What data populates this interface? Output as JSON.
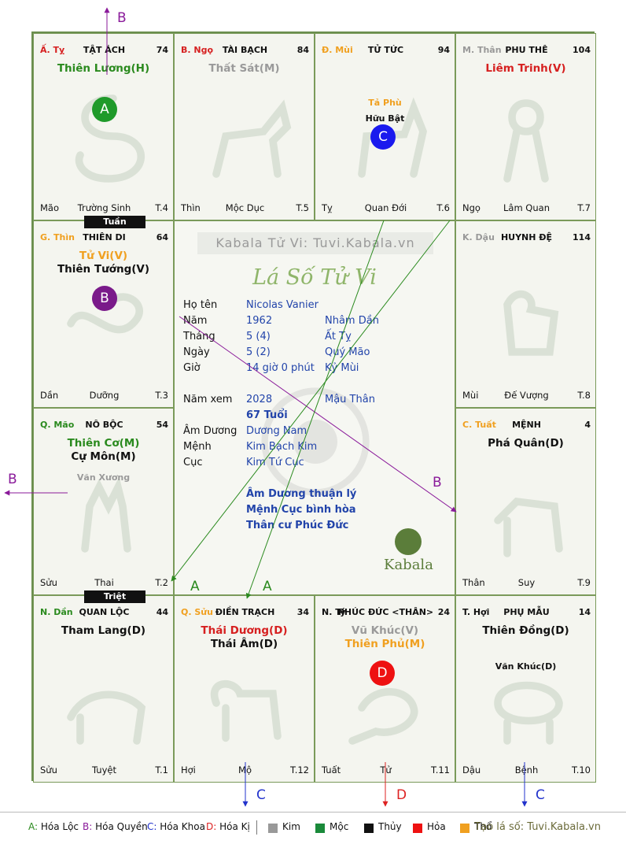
{
  "palaces": [
    {
      "id": "ty",
      "can": "Ấ. Tỵ",
      "can_color": "#d62020",
      "name": "TẬT ÁCH",
      "age": "74",
      "stars": [
        {
          "t": "Thiên Lương(H)",
          "c": "#2a8a1e"
        }
      ],
      "minor": [],
      "bottom": {
        "left": "Mão",
        "center": "Trường Sinh",
        "right": "T.4"
      },
      "animal": "snake-icon"
    },
    {
      "id": "ngo",
      "can": "B. Ngọ",
      "can_color": "#d62020",
      "name": "TÀI BẠCH",
      "age": "84",
      "stars": [
        {
          "t": "Thất Sát(M)",
          "c": "#9a9a9a"
        }
      ],
      "minor": [],
      "bottom": {
        "left": "Thìn",
        "center": "Mộc Dục",
        "right": "T.5"
      },
      "animal": "horse-icon"
    },
    {
      "id": "mui",
      "can": "Đ. Mùi",
      "can_color": "#f0a020",
      "name": "TỬ TỨC",
      "age": "94",
      "stars": [],
      "minor": [
        {
          "t": "Tả Phù",
          "c": "#f0a020"
        },
        {
          "t": "Hữu Bật",
          "c": "#111"
        }
      ],
      "bottom": {
        "left": "Tỵ",
        "center": "Quan Đới",
        "right": "T.6"
      },
      "animal": "goat-icon"
    },
    {
      "id": "than",
      "can": "M. Thân",
      "can_color": "#999",
      "name": "PHU THÊ",
      "age": "104",
      "stars": [
        {
          "t": "Liêm Trinh(V)",
          "c": "#d62020"
        }
      ],
      "minor": [],
      "bottom": {
        "left": "Ngọ",
        "center": "Lâm Quan",
        "right": "T.7"
      },
      "animal": "monkey-icon"
    },
    {
      "id": "thin",
      "can": "G. Thìn",
      "can_color": "#f0a020",
      "name": "THIÊN DI",
      "age": "64",
      "stars": [
        {
          "t": "Tử Vi(V)",
          "c": "#f0a020"
        },
        {
          "t": "Thiên Tướng(V)",
          "c": "#111"
        }
      ],
      "minor": [],
      "bottom": {
        "left": "Dần",
        "center": "Dưỡng",
        "right": "T.3"
      },
      "animal": "dragon-icon"
    },
    {
      "id": "dau",
      "can": "K. Dậu",
      "can_color": "#999",
      "name": "HUYNH ĐỆ",
      "age": "114",
      "stars": [],
      "minor": [],
      "bottom": {
        "left": "Mùi",
        "center": "Đế Vượng",
        "right": "T.8"
      },
      "animal": "rooster-icon"
    },
    {
      "id": "mao",
      "can": "Q. Mão",
      "can_color": "#2a8a1e",
      "name": "NÔ BỘC",
      "age": "54",
      "stars": [
        {
          "t": "Thiên Cơ(M)",
          "c": "#2a8a1e"
        },
        {
          "t": "Cự Môn(M)",
          "c": "#111"
        }
      ],
      "minor": [
        {
          "t": "Văn Xương",
          "c": "#9a9a9a"
        }
      ],
      "bottom": {
        "left": "Sửu",
        "center": "Thai",
        "right": "T.2"
      },
      "animal": "cat-icon"
    },
    {
      "id": "tuat",
      "can": "C. Tuất",
      "can_color": "#f0a020",
      "name": "MỆNH",
      "age": "4",
      "stars": [
        {
          "t": "Phá Quân(D)",
          "c": "#111"
        }
      ],
      "minor": [],
      "bottom": {
        "left": "Thân",
        "center": "Suy",
        "right": "T.9"
      },
      "animal": "dog-icon"
    },
    {
      "id": "dan",
      "can": "N. Dần",
      "can_color": "#2a8a1e",
      "name": "QUAN LỘC",
      "age": "44",
      "stars": [
        {
          "t": "Tham Lang(D)",
          "c": "#111"
        }
      ],
      "minor": [],
      "bottom": {
        "left": "Sửu",
        "center": "Tuyệt",
        "right": "T.1"
      },
      "animal": "tiger-icon"
    },
    {
      "id": "suu",
      "can": "Q. Sửu",
      "can_color": "#f0a020",
      "name": "ĐIỀN TRẠCH",
      "age": "34",
      "stars": [
        {
          "t": "Thái Dương(D)",
          "c": "#d62020"
        },
        {
          "t": "Thái Âm(D)",
          "c": "#111"
        }
      ],
      "minor": [],
      "bottom": {
        "left": "Hợi",
        "center": "Mộ",
        "right": "T.12"
      },
      "animal": "buffalo-icon"
    },
    {
      "id": "ti",
      "can": "N. Tý",
      "can_color": "#111",
      "name": "PHÚC ĐỨC <THÂN>",
      "age": "24",
      "stars": [
        {
          "t": "Vũ Khúc(V)",
          "c": "#9a9a9a"
        },
        {
          "t": "Thiên Phủ(M)",
          "c": "#f0a020"
        }
      ],
      "minor": [],
      "bottom": {
        "left": "Tuất",
        "center": "Tử",
        "right": "T.11"
      },
      "animal": "rat-icon"
    },
    {
      "id": "hoi",
      "can": "T. Hợi",
      "can_color": "#111",
      "name": "PHỤ MẪU",
      "age": "14",
      "stars": [
        {
          "t": "Thiên Đồng(D)",
          "c": "#111"
        }
      ],
      "minor": [
        {
          "t": "Văn Khúc(D)",
          "c": "#111"
        }
      ],
      "bottom": {
        "left": "Dậu",
        "center": "Bệnh",
        "right": "T.10"
      },
      "animal": "pig-icon"
    }
  ],
  "badges": [
    {
      "palace": "ty",
      "label": "A",
      "color": "#1f9a2a"
    },
    {
      "palace": "mui",
      "label": "C",
      "color": "#1a1aee"
    },
    {
      "palace": "thin",
      "label": "B",
      "color": "#7a1a8a"
    },
    {
      "palace": "ti",
      "label": "D",
      "color": "#ee1111"
    }
  ],
  "tags": {
    "tuan": "Tuần",
    "triet": "Triệt"
  },
  "center": {
    "watermark": "Kabala Tử Vi: Tuvi.Kabala.vn",
    "title": "Lá Số Tử Vi",
    "rows": [
      {
        "label": "Họ tên",
        "v1": "Nicolas Vanier",
        "v2": ""
      },
      {
        "label": "Năm",
        "v1": "1962",
        "v2": "Nhâm Dần"
      },
      {
        "label": "Tháng",
        "v1": "5  (4)",
        "v2": "Ất Tỵ"
      },
      {
        "label": "Ngày",
        "v1": "5  (2)",
        "v2": "Quý Mão"
      },
      {
        "label": "Giờ",
        "v1": "14 giờ 0 phút",
        "v2": "Kỷ Mùi"
      },
      {
        "label": "Năm xem",
        "v1": "2028",
        "v2": "Mậu Thân"
      },
      {
        "label": "",
        "v1": "67 Tuổi",
        "v2": ""
      },
      {
        "label": "Âm Dương",
        "v1": "Dương Nam",
        "v2": ""
      },
      {
        "label": "Mệnh",
        "v1": "Kim Bạch Kim",
        "v2": ""
      },
      {
        "label": "Cục",
        "v1": "Kim Tứ Cục",
        "v2": ""
      }
    ],
    "notes": [
      "Âm Dương thuận lý",
      "Mệnh Cục bình hòa",
      "Thân cư Phúc Đức"
    ],
    "brand": "Kabala"
  },
  "arrows": {
    "A": "A",
    "B": "B",
    "C": "C",
    "D": "D"
  },
  "arrow_colors": {
    "A": "#2a8a1e",
    "B": "#8a1a9a",
    "C": "#2233cc",
    "D": "#dd2222"
  },
  "legend": {
    "items": [
      {
        "key": "A:",
        "text": "Hóa Lộc",
        "color": "#2a8a1e"
      },
      {
        "key": "B:",
        "text": "Hóa Quyền",
        "color": "#8a1a9a"
      },
      {
        "key": "C:",
        "text": "Hóa Khoa",
        "color": "#2233cc"
      },
      {
        "key": "D:",
        "text": "Hóa Kị",
        "color": "#dd2222"
      }
    ],
    "elements": [
      {
        "name": "Kim",
        "color": "#999999"
      },
      {
        "name": "Mộc",
        "color": "#1a8a3a"
      },
      {
        "name": "Thủy",
        "color": "#111111"
      },
      {
        "name": "Hỏa",
        "color": "#ee1111"
      },
      {
        "name": "Thổ",
        "color": "#f0a020"
      }
    ],
    "credit": "Tạo lá số: Tuvi.Kabala.vn"
  }
}
